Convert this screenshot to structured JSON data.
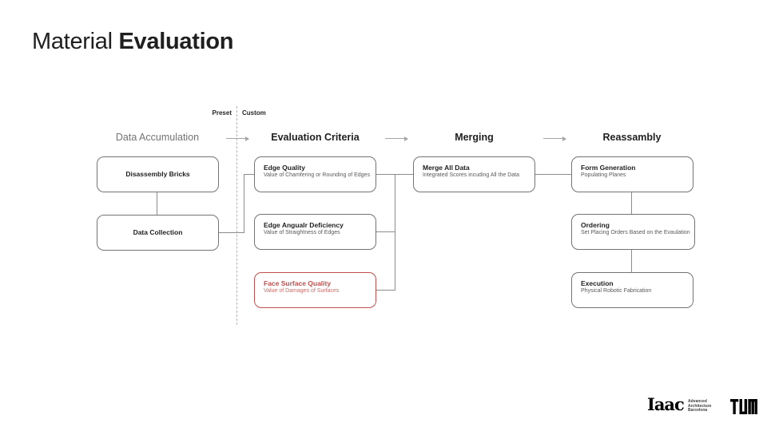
{
  "slide": {
    "title_regular": "Material",
    "title_bold": "Evaluation"
  },
  "divider": {
    "preset": "Preset",
    "custom": "Custom"
  },
  "columns": [
    {
      "label": "Data Accumulation"
    },
    {
      "label": "Evaluation Criteria"
    },
    {
      "label": "Merging"
    },
    {
      "label": "Reassambly"
    }
  ],
  "boxes": {
    "disassembly": {
      "title": "Disassembly Bricks"
    },
    "data_collection": {
      "title": "Data Collection"
    },
    "edge_quality": {
      "title": "Edge Quality",
      "subtitle": "Value of Chamfering or Rounding of Edges"
    },
    "edge_angular": {
      "title": "Edge Angualr Deficiency",
      "subtitle": "Value of Straightness of Edges"
    },
    "face_surface": {
      "title": "Face Surface Quality",
      "subtitle": "Value of Damages of Surfaces"
    },
    "merge_all": {
      "title": "Merge All Data",
      "subtitle": "Integrated Scores incuding All the Data"
    },
    "form_generation": {
      "title": "Form Generation",
      "subtitle": "Populating Planes"
    },
    "ordering": {
      "title": "Ordering",
      "subtitle": "Set Placing Orders Based on the Evaulation"
    },
    "execution": {
      "title": "Execution",
      "subtitle": "Physical Robotic Fabrication"
    }
  },
  "footer": {
    "iaac_wordmark": "Iaac",
    "iaac_tagline": [
      "Advanced",
      "Architecture",
      "Barcelona"
    ],
    "tum_label": "TUM"
  },
  "colors": {
    "accent_red": "#c0504d",
    "box_border": "#737373",
    "muted_header": "#737373",
    "connector": "#8c8c8c"
  }
}
